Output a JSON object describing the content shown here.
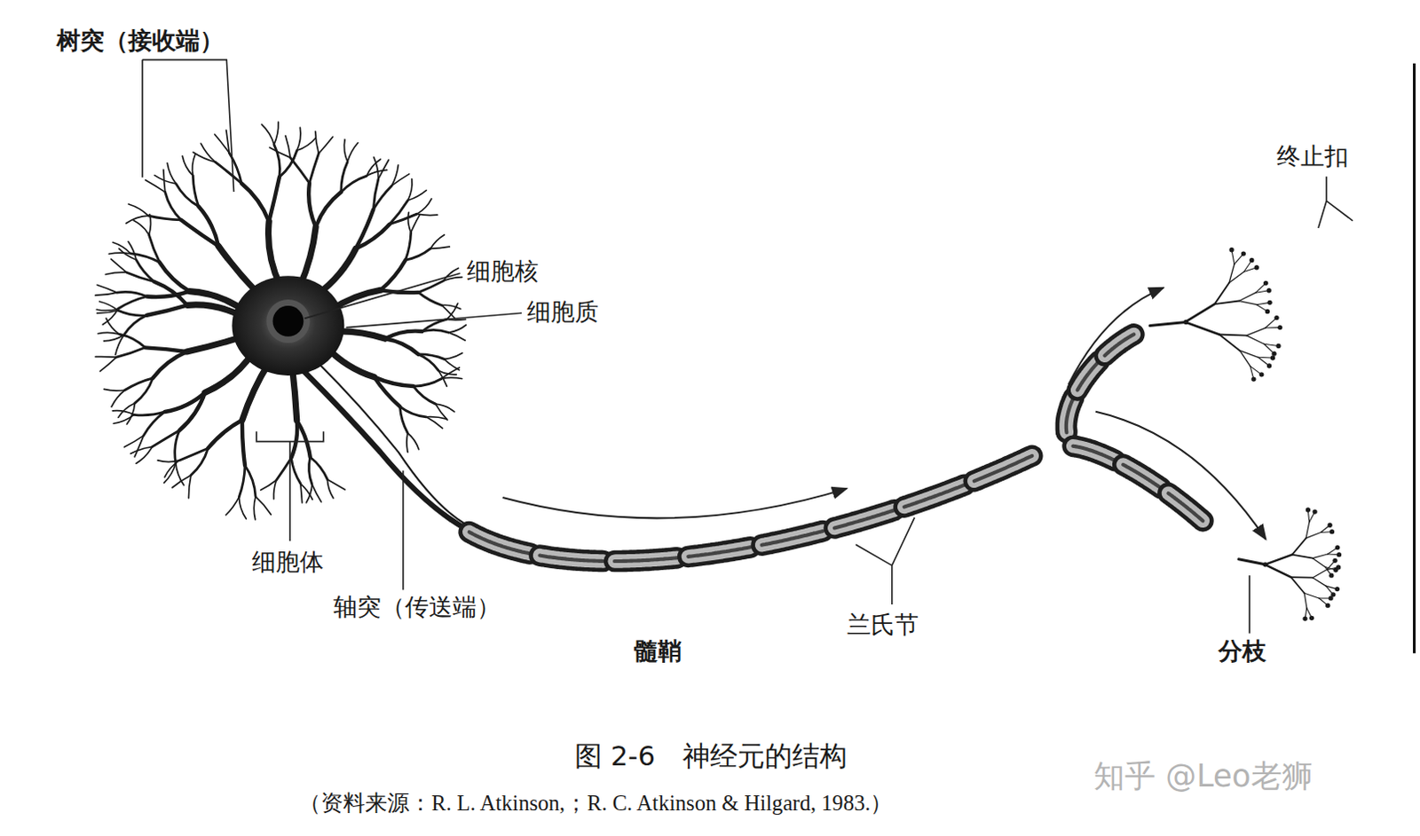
{
  "diagram": {
    "caption": "图 2-6　神经元的结构",
    "labels": [
      "树突（接收端）",
      "终止扣",
      "细胞核",
      "细胞质",
      "细胞体",
      "轴突（传送端）",
      "髓鞘",
      "兰氏节",
      "分枝",
      "（资料来源：R. L. Atkinson,；R. C. Atkinson & Hilgard, 1983.）",
      "知乎 @Leo老狮"
    ]
  }
}
